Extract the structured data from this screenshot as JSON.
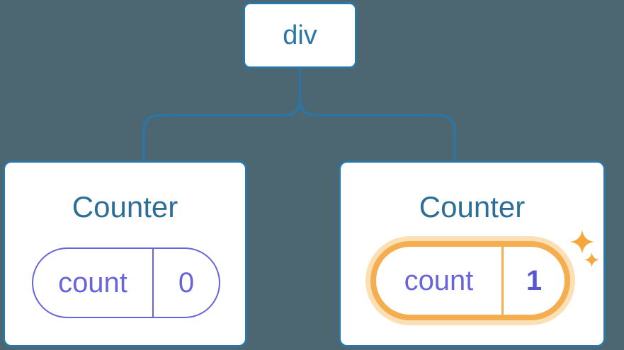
{
  "diagram": {
    "description": "React component tree diagram: a div root with two Counter children, each holding a count state pill; the second Counter's state is highlighted with an orange ring and sparkles",
    "root": {
      "label": "div"
    },
    "children": [
      {
        "title": "Counter",
        "state": {
          "key": "count",
          "value": "0"
        },
        "highlighted": false
      },
      {
        "title": "Counter",
        "state": {
          "key": "count",
          "value": "1"
        },
        "highlighted": true
      }
    ],
    "colors": {
      "background": "#4C6772",
      "node_blue": "#2B76A4",
      "title_blue": "#2D6E96",
      "state_purple": "#6765D9",
      "value_purple": "#5A58D0",
      "highlight_orange": "#F5AE4F",
      "highlight_glow": "#FAE0B4",
      "sparkle_orange": "#F4A73E",
      "card_background": "#FFFFFF"
    }
  }
}
